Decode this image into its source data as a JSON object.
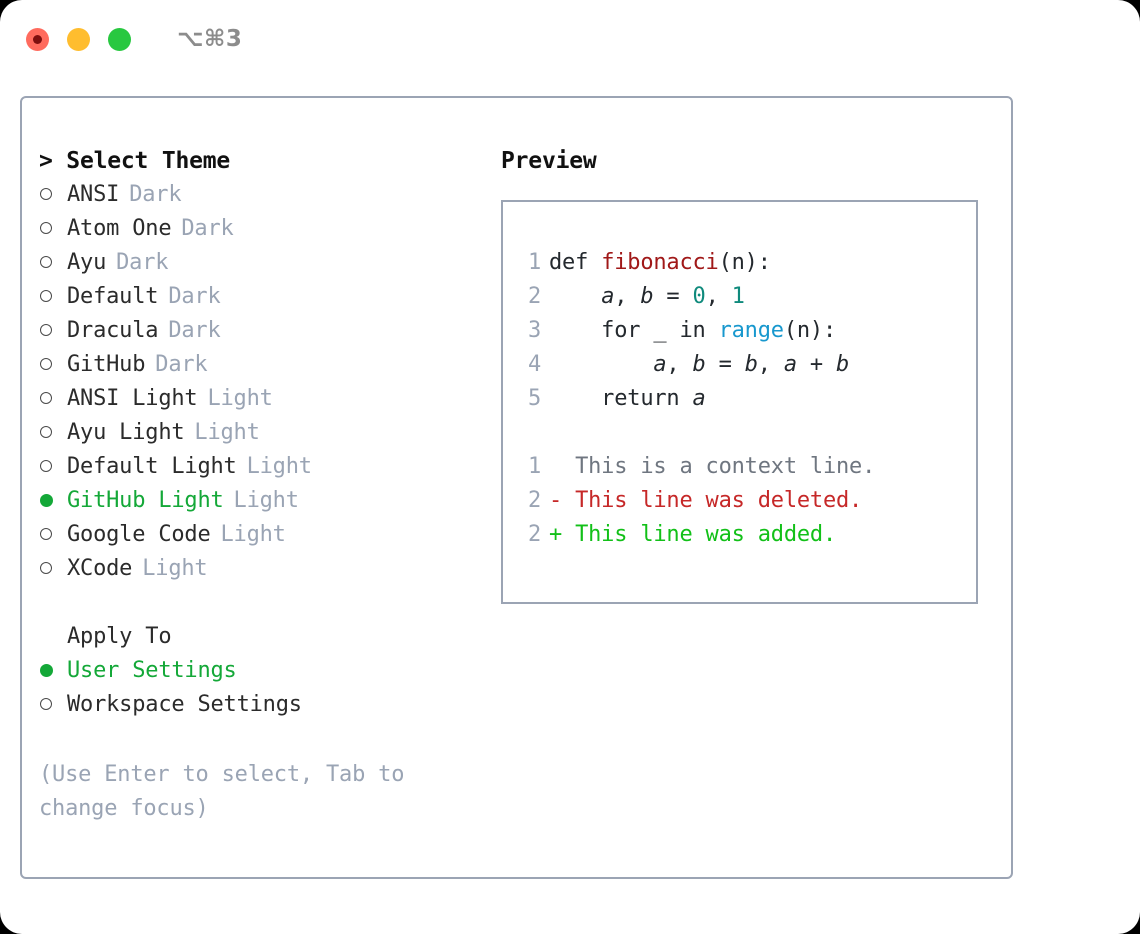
{
  "titlebar": {
    "shortcut": "⌥⌘3",
    "lights": [
      {
        "name": "close",
        "color": "#ff6b5e"
      },
      {
        "name": "minimize",
        "color": "#ffbd2e"
      },
      {
        "name": "maximize",
        "color": "#28c840"
      }
    ]
  },
  "theme_panel": {
    "header": "> Select Theme",
    "items": [
      {
        "name": "ANSI",
        "badge": "Dark",
        "selected": false
      },
      {
        "name": "Atom One",
        "badge": "Dark",
        "selected": false
      },
      {
        "name": "Ayu",
        "badge": "Dark",
        "selected": false
      },
      {
        "name": "Default",
        "badge": "Dark",
        "selected": false
      },
      {
        "name": "Dracula",
        "badge": "Dark",
        "selected": false
      },
      {
        "name": "GitHub",
        "badge": "Dark",
        "selected": false
      },
      {
        "name": "ANSI Light",
        "badge": "Light",
        "selected": false
      },
      {
        "name": "Ayu Light",
        "badge": "Light",
        "selected": false
      },
      {
        "name": "Default Light",
        "badge": "Light",
        "selected": false
      },
      {
        "name": "GitHub Light",
        "badge": "Light",
        "selected": true
      },
      {
        "name": "Google Code",
        "badge": "Light",
        "selected": false
      },
      {
        "name": "XCode",
        "badge": "Light",
        "selected": false
      }
    ]
  },
  "apply_to": {
    "title": "Apply To",
    "options": [
      {
        "label": "User Settings",
        "selected": true
      },
      {
        "label": "Workspace Settings",
        "selected": false
      }
    ]
  },
  "hint": "(Use Enter to select, Tab to change focus)",
  "preview": {
    "header": "Preview",
    "code_lines": [
      {
        "number": "1",
        "segments": [
          {
            "text": "def ",
            "type": "plain"
          },
          {
            "text": "fibonacci",
            "type": "fn"
          },
          {
            "text": "(n):",
            "type": "plain"
          }
        ]
      },
      {
        "number": "2",
        "segments": [
          {
            "text": "    ",
            "type": "plain"
          },
          {
            "text": "a",
            "type": "var"
          },
          {
            "text": ", ",
            "type": "plain"
          },
          {
            "text": "b",
            "type": "var"
          },
          {
            "text": " = ",
            "type": "plain"
          },
          {
            "text": "0",
            "type": "num"
          },
          {
            "text": ", ",
            "type": "plain"
          },
          {
            "text": "1",
            "type": "num"
          }
        ]
      },
      {
        "number": "3",
        "segments": [
          {
            "text": "    for _ in ",
            "type": "plain"
          },
          {
            "text": "range",
            "type": "bi"
          },
          {
            "text": "(n):",
            "type": "plain"
          }
        ]
      },
      {
        "number": "4",
        "segments": [
          {
            "text": "        ",
            "type": "plain"
          },
          {
            "text": "a",
            "type": "var"
          },
          {
            "text": ", ",
            "type": "plain"
          },
          {
            "text": "b",
            "type": "var"
          },
          {
            "text": " = ",
            "type": "plain"
          },
          {
            "text": "b",
            "type": "var"
          },
          {
            "text": ", ",
            "type": "plain"
          },
          {
            "text": "a",
            "type": "var"
          },
          {
            "text": " + ",
            "type": "plain"
          },
          {
            "text": "b",
            "type": "var"
          }
        ]
      },
      {
        "number": "5",
        "segments": [
          {
            "text": "    return ",
            "type": "plain"
          },
          {
            "text": "a",
            "type": "var"
          }
        ]
      }
    ],
    "diff_lines": [
      {
        "number": "1",
        "marker": " ",
        "text": " This is a context line.",
        "kind": "ctx"
      },
      {
        "number": "2",
        "marker": "-",
        "text": " This line was deleted.",
        "kind": "del"
      },
      {
        "number": "2",
        "marker": "+",
        "text": " This line was added.",
        "kind": "add"
      }
    ]
  },
  "colors": {
    "accent_green": "#14a838",
    "muted": "#9aa4b4",
    "border": "#9ba4b4",
    "syntax_function": "#a01818",
    "syntax_number": "#0f8a7c",
    "syntax_builtin": "#1898ce",
    "diff_added": "#12c018",
    "diff_deleted": "#c62828",
    "diff_context": "#6f7680"
  }
}
